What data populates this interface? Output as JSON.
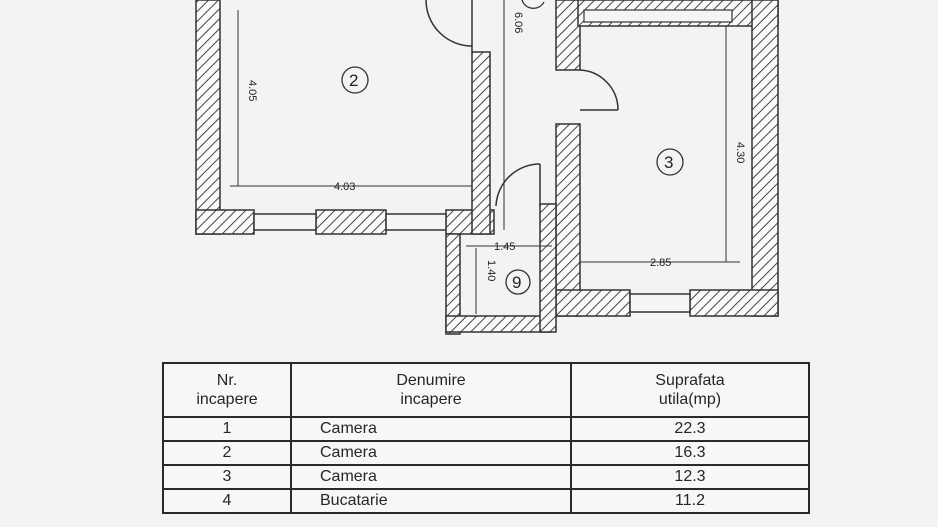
{
  "plan": {
    "rooms": [
      {
        "number": "2",
        "width": "4.03",
        "length": "4.05"
      },
      {
        "number": "3",
        "width": "2.85",
        "length": "4.30"
      },
      {
        "number": "9",
        "width": "1.45",
        "length": "1.40"
      }
    ],
    "corridor_length": "6.06"
  },
  "table": {
    "headers": {
      "nr_line1": "Nr.",
      "nr_line2": "incapere",
      "name_line1": "Denumire",
      "name_line2": "incapere",
      "area_line1": "Suprafata",
      "area_line2": "utila(mp)"
    },
    "rows": [
      {
        "nr": "1",
        "name": "Camera",
        "area": "22.3"
      },
      {
        "nr": "2",
        "name": "Camera",
        "area": "16.3"
      },
      {
        "nr": "3",
        "name": "Camera",
        "area": "12.3"
      },
      {
        "nr": "4",
        "name": "Bucatarie",
        "area": "11.2"
      }
    ]
  }
}
